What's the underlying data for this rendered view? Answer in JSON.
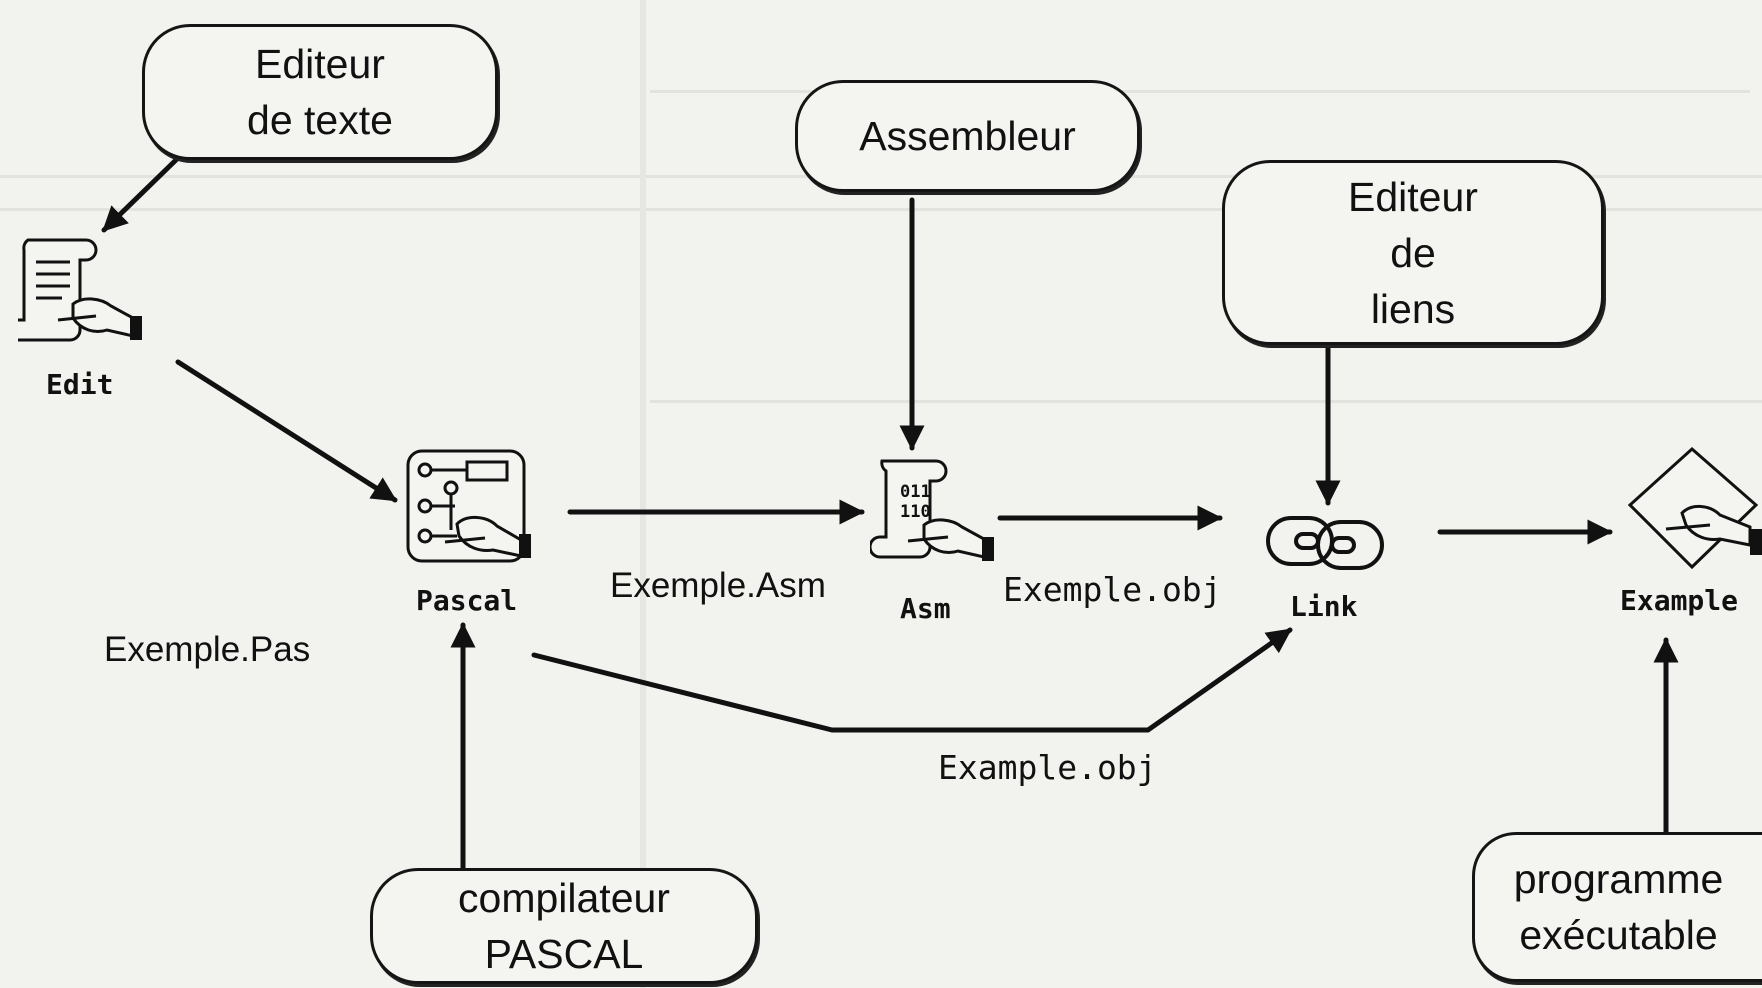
{
  "nodes": {
    "editeur_texte": "Editeur\nde texte",
    "assembleur": "Assembleur",
    "editeur_liens": "Editeur\nde\nliens",
    "compilateur": "compilateur\nPASCAL",
    "programme": "programme\nexécutable"
  },
  "icons": {
    "edit": {
      "label": "Edit",
      "icon": "scroll-pen-icon"
    },
    "pascal": {
      "label": "Pascal",
      "icon": "circuit-pen-icon"
    },
    "asm": {
      "label": "Asm",
      "icon": "binary-scroll-pen-icon",
      "binary_text": [
        "011",
        "110"
      ]
    },
    "link": {
      "label": "Link",
      "icon": "chain-link-icon"
    },
    "example": {
      "label": "Example",
      "icon": "diamond-pen-icon"
    }
  },
  "files": {
    "exemple_pas": "Exemple.Pas",
    "exemple_asm": "Exemple.Asm",
    "exemple_obj": "Exemple.obj",
    "example_obj": "Example.obj"
  }
}
